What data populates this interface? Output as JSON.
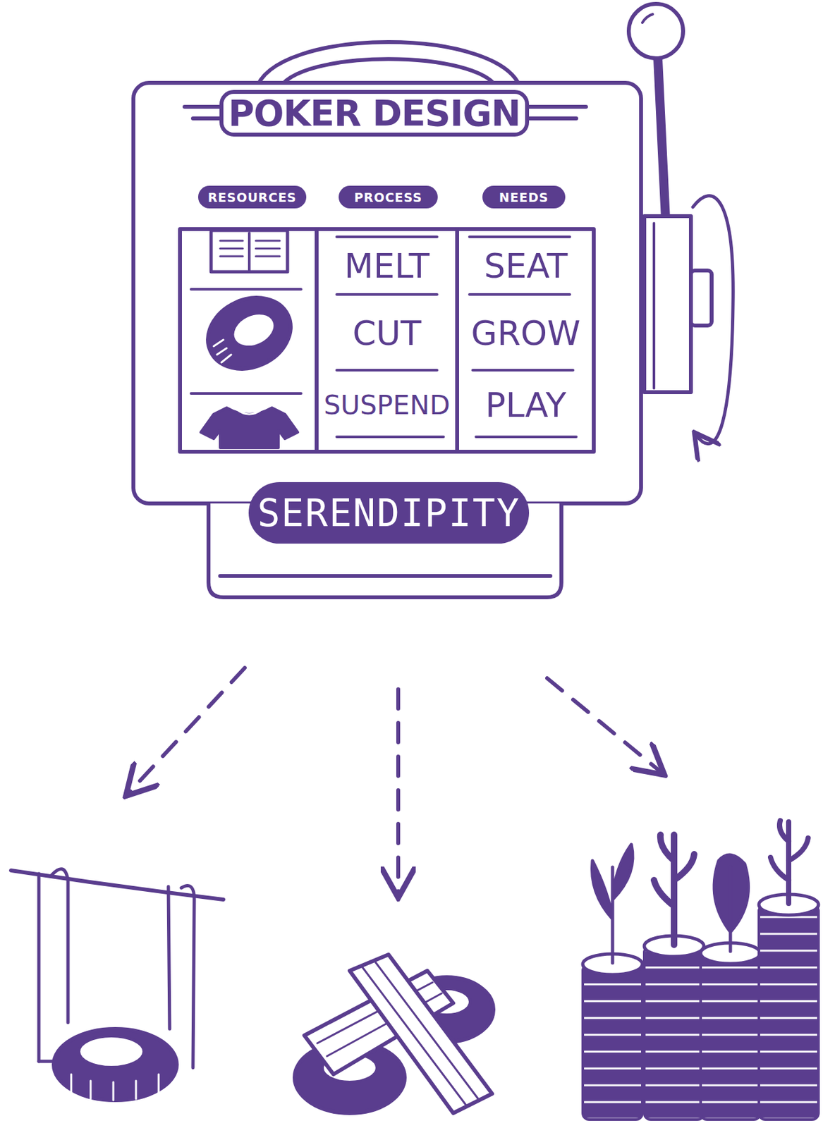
{
  "diagram": {
    "nodes": [
      {
        "text": [
          "POKER DESIGN"
        ]
      },
      {
        "text": [
          "RESOURCES"
        ]
      },
      {
        "text": [
          "PROCESS"
        ]
      },
      {
        "text": [
          "NEEDS"
        ]
      },
      {
        "text": [
          "MELT"
        ]
      },
      {
        "text": [
          "SEAT"
        ]
      },
      {
        "text": [
          "CUT"
        ]
      },
      {
        "text": [
          "GROW"
        ]
      },
      {
        "text": [
          "SUSPEND"
        ]
      },
      {
        "text": [
          "PLAY"
        ]
      },
      {
        "text": [
          "SERENDIPITY"
        ]
      }
    ]
  }
}
